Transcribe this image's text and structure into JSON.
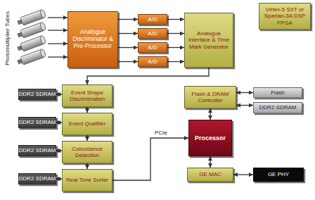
{
  "diagram": {
    "nodes": [
      {
        "text": [
          "Virtex-5 SXT or Spartan-3A DSP FPGA"
        ]
      },
      {
        "text": [
          "Analogue Discriminator & Pre-Processor"
        ]
      },
      {
        "text": [
          "A/D"
        ]
      },
      {
        "text": [
          "A/D"
        ]
      },
      {
        "text": [
          "A/D"
        ]
      },
      {
        "text": [
          "A/D"
        ]
      },
      {
        "text": [
          "Analogue Interface & Time Mark Generator"
        ]
      },
      {
        "text": [
          "DDR2 SDRAM"
        ]
      },
      {
        "text": [
          "Event Shape Discrimination"
        ]
      },
      {
        "text": [
          "DDR2 SDRAM"
        ]
      },
      {
        "text": [
          "Event Qualifier"
        ]
      },
      {
        "text": [
          "DDR2 SDRAM"
        ]
      },
      {
        "text": [
          "Coincidence Detection"
        ]
      },
      {
        "text": [
          "DDR2 SDRAM"
        ]
      },
      {
        "text": [
          "Real Time Sorter"
        ]
      },
      {
        "text": [
          "Flash & DRAM Controller"
        ]
      },
      {
        "text": [
          "Flash"
        ]
      },
      {
        "text": [
          "DDR2 SDRAM"
        ]
      },
      {
        "text": [
          "Processor"
        ]
      },
      {
        "text": [
          "GE MAC"
        ]
      },
      {
        "text": [
          "GE PHY"
        ]
      }
    ],
    "edges": [
      {
        "from": 1,
        "to": 2,
        "arrow": "to"
      },
      {
        "from": 1,
        "to": 3,
        "arrow": "to"
      },
      {
        "from": 1,
        "to": 4,
        "arrow": "to"
      },
      {
        "from": 1,
        "to": 5,
        "arrow": "to"
      },
      {
        "from": 2,
        "to": 6,
        "arrow": "to"
      },
      {
        "from": 3,
        "to": 6,
        "arrow": "to"
      },
      {
        "from": 4,
        "to": 6,
        "arrow": "to"
      },
      {
        "from": 5,
        "to": 6,
        "arrow": "to"
      },
      {
        "from": 6,
        "to": 8,
        "arrow": "to"
      },
      {
        "from": 7,
        "to": 8,
        "arrow": "both"
      },
      {
        "from": 8,
        "to": 10,
        "arrow": "to"
      },
      {
        "from": 9,
        "to": 10,
        "arrow": "both"
      },
      {
        "from": 10,
        "to": 12,
        "arrow": "to"
      },
      {
        "from": 11,
        "to": 12,
        "arrow": "both"
      },
      {
        "from": 12,
        "to": 14,
        "arrow": "to"
      },
      {
        "from": 13,
        "to": 14,
        "arrow": "both"
      },
      {
        "from": 14,
        "to": 18,
        "label": "PCIe",
        "arrow": "to"
      },
      {
        "from": 18,
        "to": 15,
        "arrow": "both"
      },
      {
        "from": 15,
        "to": 16,
        "arrow": "both"
      },
      {
        "from": 15,
        "to": 17,
        "arrow": "both"
      },
      {
        "from": 18,
        "to": 19,
        "arrow": "both"
      },
      {
        "from": 19,
        "to": 20,
        "arrow": "both"
      }
    ],
    "labels": [
      "Photomultiplier Tubes"
    ]
  }
}
